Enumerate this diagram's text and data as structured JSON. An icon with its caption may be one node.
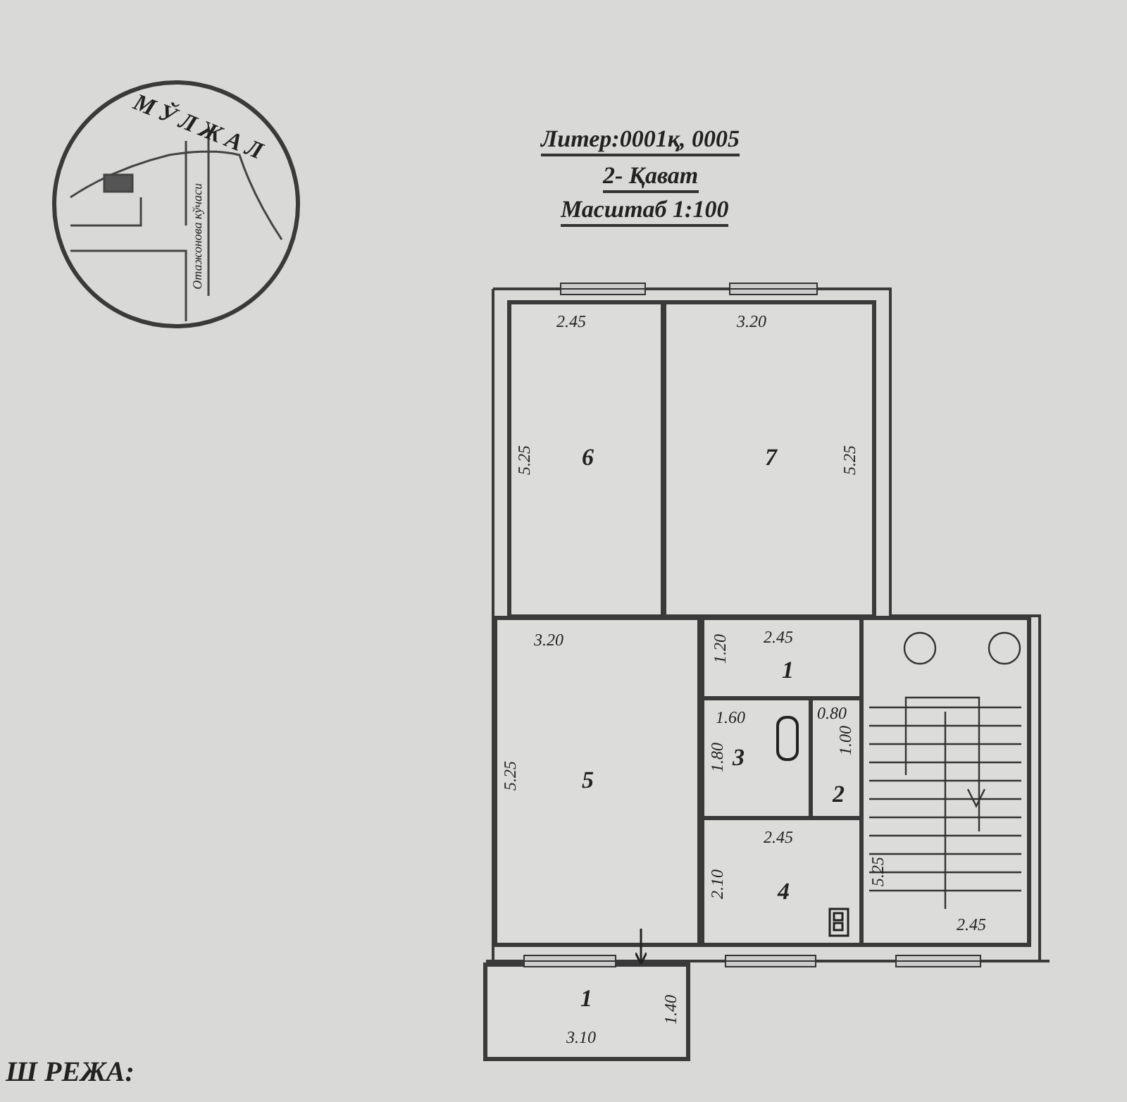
{
  "diagram": {
    "nodes": [
      {
        "text": [
          "МЎЛЖАЛ",
          "Отажонова кўчаси"
        ]
      },
      {
        "text": [
          "2.45",
          "5.25",
          "6"
        ]
      },
      {
        "text": [
          "3.20",
          "7",
          "5.25"
        ]
      },
      {
        "text": [
          "3.20",
          "5.25",
          "5"
        ]
      },
      {
        "text": [
          "2.45",
          "1.20",
          "1"
        ]
      },
      {
        "text": [
          "1.60",
          "1.80",
          "3"
        ]
      },
      {
        "text": [
          "0.80",
          "1.00",
          "2"
        ]
      },
      {
        "text": [
          "5.25",
          "2.45"
        ]
      },
      {
        "text": [
          "2.45",
          "2.10",
          "4"
        ]
      },
      {
        "text": [
          "1",
          "3.10",
          "1.40"
        ]
      }
    ],
    "edges": [
      {
        "from": 3,
        "to": 9,
        "arrow": "to"
      }
    ],
    "labels": [
      "Литер:0001қ, 0005",
      "2- Қават",
      "Масштаб 1:100",
      "Ш РЕЖА:"
    ]
  }
}
